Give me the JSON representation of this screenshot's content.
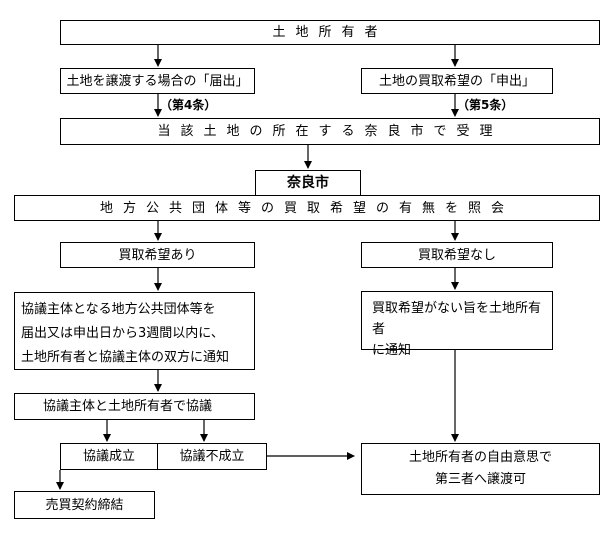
{
  "nodes": {
    "owner": "土地所有者",
    "notify_transfer": "土地を譲渡する場合の「届出」",
    "offer_purchase": "土地の買取希望の「申出」",
    "receipt": "当該土地の所在する奈良市で受理",
    "nara_city": "奈良市",
    "inquiry": "地方公共団体等の買取希望の有無を照会",
    "want_yes": "買取希望あり",
    "want_no": "買取希望なし",
    "notify_parties": [
      "協議主体となる地方公共団体等を",
      "届出又は申出日から3週間以内に、",
      "土地所有者と協議主体の双方に通知"
    ],
    "notify_no_want": [
      "買取希望がない旨を土地所有者",
      "に通知"
    ],
    "negotiation": "協議主体と土地所有者で協議",
    "agreement_yes": "協議成立",
    "agreement_no": "協議不成立",
    "free_transfer": [
      "土地所有者の自由意思で",
      "第三者へ譲渡可"
    ],
    "sales_contract": "売買契約締結"
  },
  "labels": {
    "article4": "（第4条）",
    "article5": "（第5条）"
  }
}
